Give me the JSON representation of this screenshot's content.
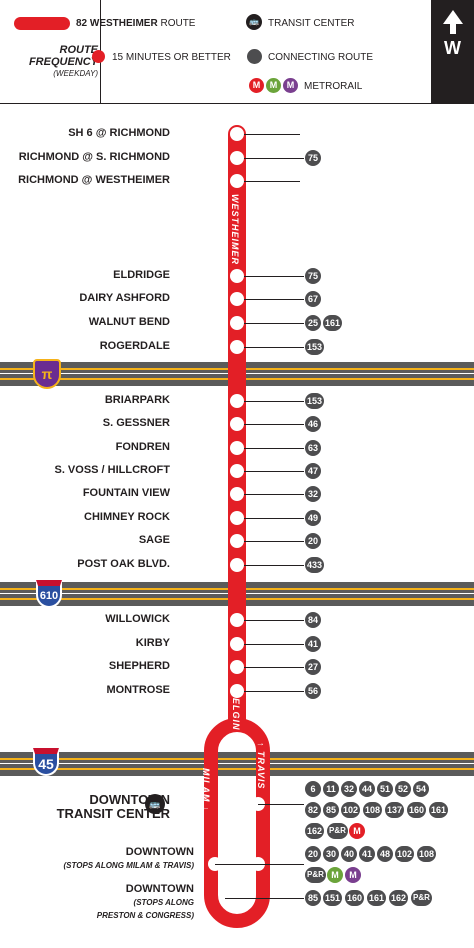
{
  "legend": {
    "route_name": "82 WESTHEIMER",
    "route_word": "ROUTE",
    "frequency_title": "ROUTE FREQUENCY",
    "frequency_sub": "(WEEKDAY)",
    "frequency_label": "15 MINUTES OR BETTER",
    "transit_center": "TRANSIT CENTER",
    "connecting_route": "CONNECTING ROUTE",
    "metrorail": "METRORAIL",
    "metro_letter": "M",
    "direction": "W",
    "route_color": "#e31f26",
    "connect_color": "#4d4d4f",
    "rail_colors": [
      "#e31f26",
      "#6ba43a",
      "#7a3f8f"
    ]
  },
  "streets": {
    "upper": "WESTHEIMER",
    "middle": "ELGIN",
    "left_loop": "MILAM",
    "right_loop": "TRAVIS",
    "left_arrow": "↓",
    "right_arrow": "↑"
  },
  "highways": {
    "toll": "π",
    "i610": "610",
    "i45": "45"
  },
  "stops": [
    {
      "name": "SH 6 @ RICHMOND",
      "routes": []
    },
    {
      "name": "RICHMOND @ S. RICHMOND",
      "routes": [
        "75"
      ]
    },
    {
      "name": "RICHMOND @ WESTHEIMER",
      "routes": []
    },
    {
      "name": "ELDRIDGE",
      "routes": [
        "75"
      ]
    },
    {
      "name": "DAIRY ASHFORD",
      "routes": [
        "67"
      ]
    },
    {
      "name": "WALNUT BEND",
      "routes": [
        "25",
        "161"
      ]
    },
    {
      "name": "ROGERDALE",
      "routes": [
        "153"
      ]
    },
    {
      "name": "BRIARPARK",
      "routes": [
        "153"
      ]
    },
    {
      "name": "S. GESSNER",
      "routes": [
        "46"
      ]
    },
    {
      "name": "FONDREN",
      "routes": [
        "63"
      ]
    },
    {
      "name": "S. VOSS / HILLCROFT",
      "routes": [
        "47"
      ]
    },
    {
      "name": "FOUNTAIN VIEW",
      "routes": [
        "32"
      ]
    },
    {
      "name": "CHIMNEY ROCK",
      "routes": [
        "49"
      ]
    },
    {
      "name": "SAGE",
      "routes": [
        "20"
      ]
    },
    {
      "name": "POST OAK BLVD.",
      "routes": [
        "433"
      ]
    },
    {
      "name": "WILLOWICK",
      "routes": [
        "84"
      ]
    },
    {
      "name": "KIRBY",
      "routes": [
        "41"
      ]
    },
    {
      "name": "SHEPHERD",
      "routes": [
        "27"
      ]
    },
    {
      "name": "MONTROSE",
      "routes": [
        "56"
      ]
    }
  ],
  "downtown": {
    "tc_name_1": "DOWNTOWN",
    "tc_name_2": "TRANSIT CENTER",
    "tc_routes_1": [
      "6",
      "11",
      "32",
      "44",
      "51",
      "52",
      "54"
    ],
    "tc_routes_2": [
      "82",
      "85",
      "102",
      "108",
      "137",
      "160",
      "161"
    ],
    "tc_routes_3": [
      "162",
      "P&R"
    ],
    "mt_name": "DOWNTOWN",
    "mt_sub": "(STOPS ALONG MILAM & TRAVIS)",
    "mt_routes_1": [
      "20",
      "30",
      "40",
      "41",
      "48",
      "102",
      "108"
    ],
    "mt_routes_2": [
      "P&R"
    ],
    "pc_name": "DOWNTOWN",
    "pc_sub_1": "(STOPS ALONG",
    "pc_sub_2": "PRESTON & CONGRESS)",
    "pc_routes": [
      "85",
      "151",
      "160",
      "161",
      "162",
      "P&R"
    ]
  }
}
